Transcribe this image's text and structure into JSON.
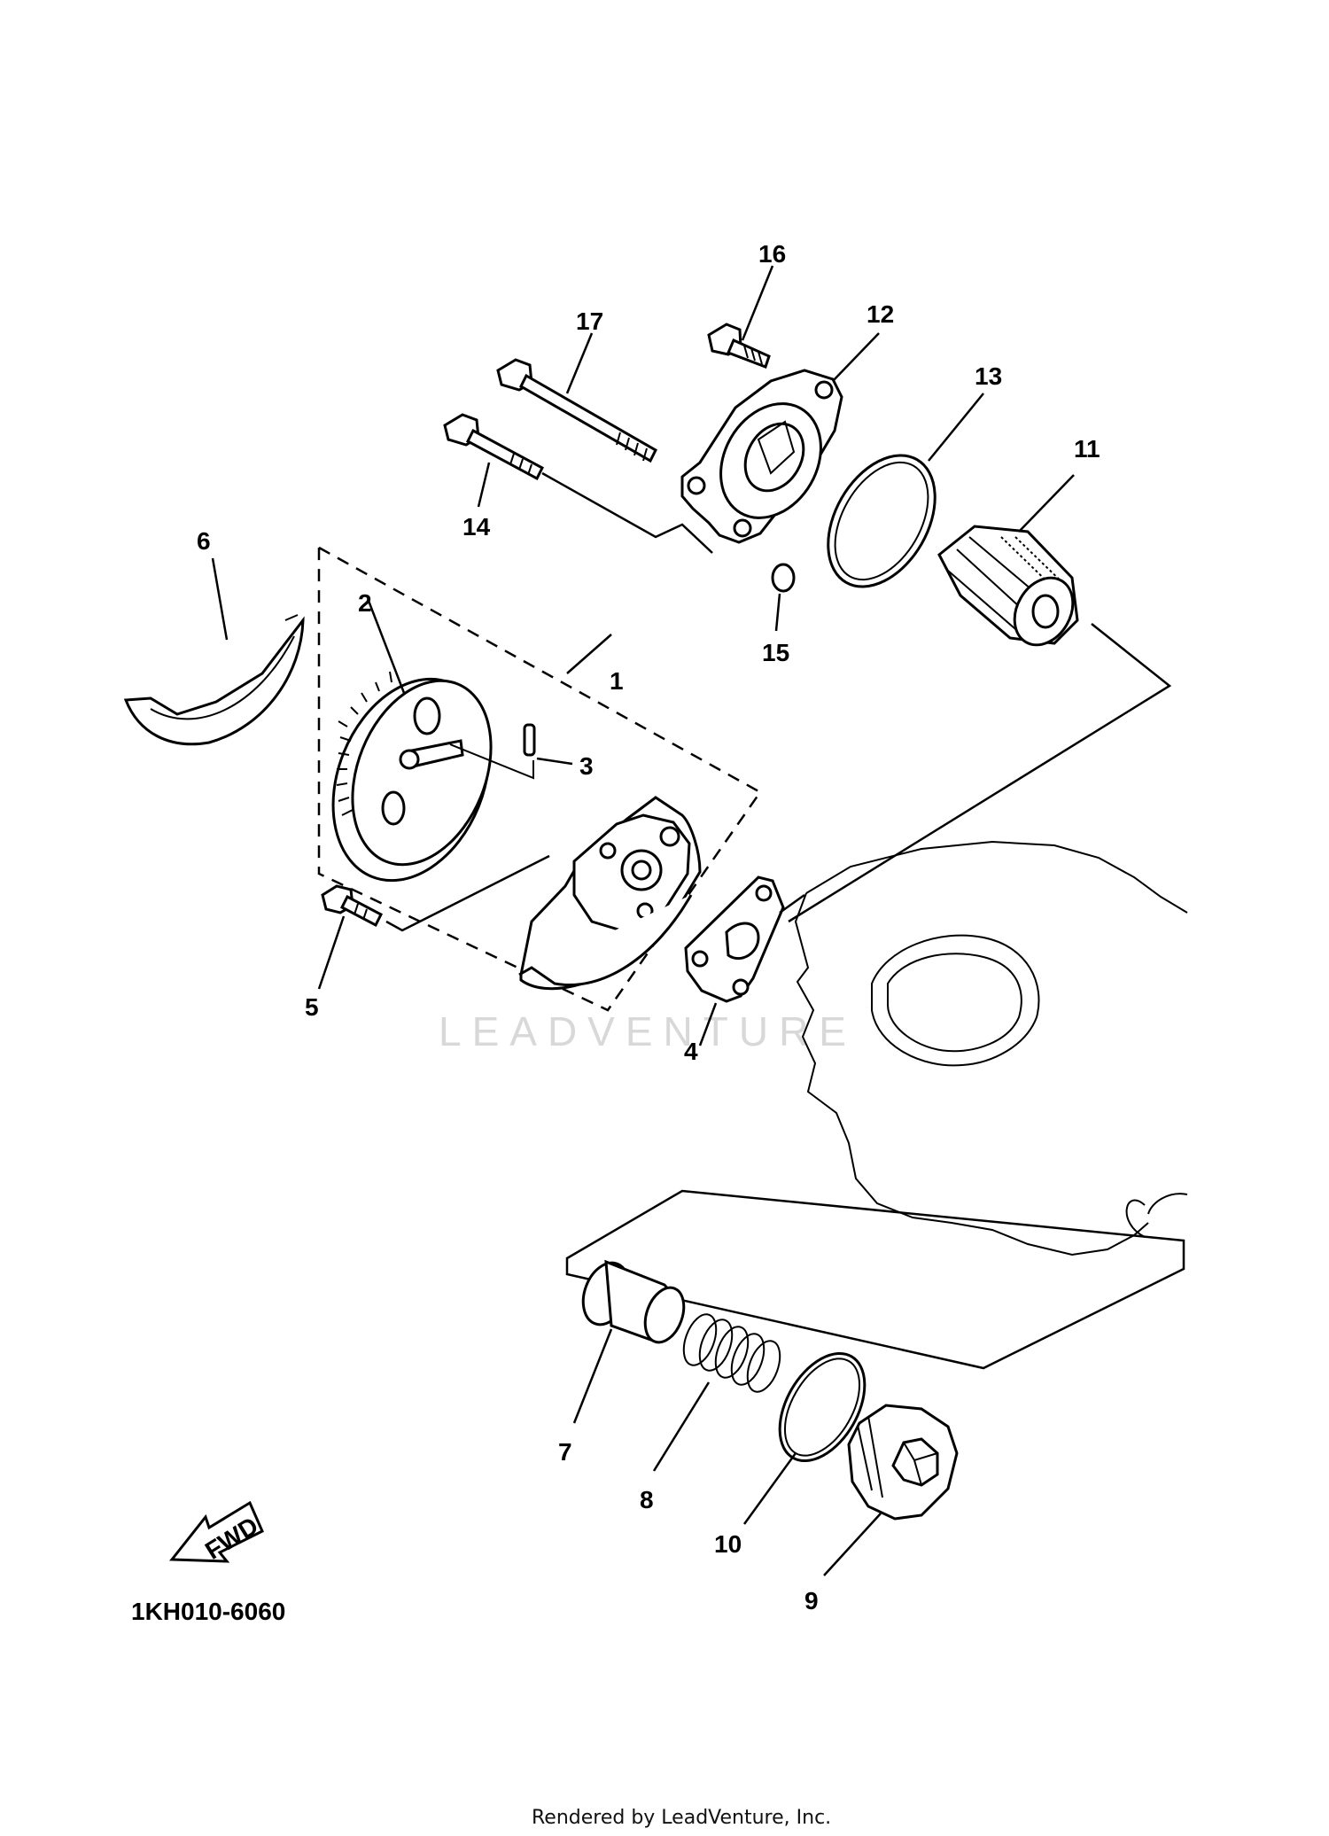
{
  "diagram": {
    "callouts": [
      "1",
      "2",
      "3",
      "4",
      "5",
      "6",
      "7",
      "8",
      "9",
      "10",
      "11",
      "12",
      "13",
      "14",
      "15",
      "16",
      "17"
    ],
    "fwd_label": "FWD",
    "diagram_code": "1KH010-6060",
    "watermark": "LEADVENTURE",
    "footer": "Rendered by LeadVenture, Inc."
  }
}
